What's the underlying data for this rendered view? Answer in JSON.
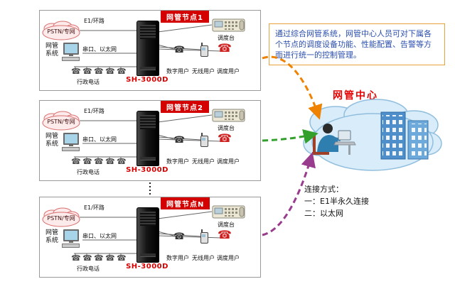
{
  "nodes": [
    {
      "title": "网管节点1",
      "pstn": "PSTN/专网",
      "e1_label": "E1/环路",
      "nms_label": "网管\n系统",
      "serial_label": "串口、以太网",
      "server_model": "SH-3000D",
      "admin_phones_label": "行政电话",
      "console_label": "调度台",
      "users": [
        "数字用户",
        "无线用户",
        "调度用户"
      ]
    },
    {
      "title": "网管节点2",
      "pstn": "PSTN/专网",
      "e1_label": "E1/环路",
      "nms_label": "网管\n系统",
      "serial_label": "串口、以太网",
      "server_model": "SH-3000D",
      "admin_phones_label": "行政电话",
      "console_label": "调度台",
      "users": [
        "数字用户",
        "无线用户",
        "调度用户"
      ]
    },
    {
      "title": "网管节点N",
      "pstn": "PSTN/专网",
      "e1_label": "E1/环路",
      "nms_label": "网管\n系统",
      "serial_label": "串口、以太网",
      "server_model": "SH-3000D",
      "admin_phones_label": "行政电话",
      "console_label": "调度台",
      "users": [
        "数字用户",
        "无线用户",
        "调度用户"
      ]
    }
  ],
  "info_box": {
    "text": "通过综合网管系统，网管中心人员可对下属各个节点的调度设备功能、性能配置、告警等方面进行统一的控制管理。"
  },
  "center": {
    "title": "网管中心"
  },
  "connection_note": {
    "heading": "连接方式：",
    "item1": "一：E1半永久连接",
    "item2": "二：以太网"
  },
  "icons": {
    "phone": "☎"
  },
  "colors": {
    "node_title_bg": "#d40000",
    "server_model_text": "#d40000",
    "center_title": "#e60000",
    "info_text": "#2b4fae",
    "info_border": "#e8a33d",
    "arrow_node1": "#ef8200",
    "arrow_node2": "#33a02c",
    "arrow_nodeN": "#993c8e"
  }
}
